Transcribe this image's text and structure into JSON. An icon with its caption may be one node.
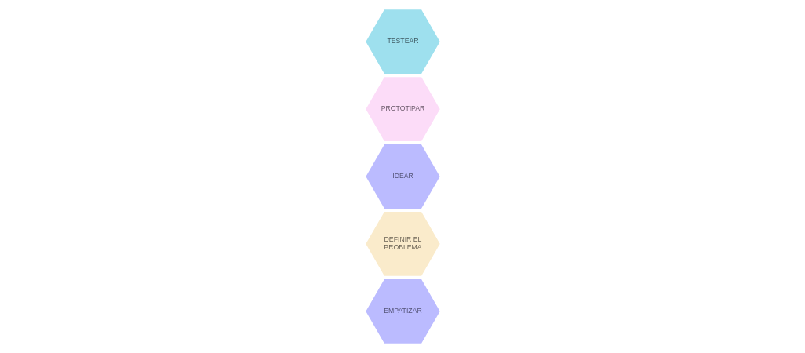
{
  "diagram": {
    "nodes": [
      {
        "text": [
          "EMPATIZAR"
        ]
      },
      {
        "text": [
          "DEFINIR EL PROBLEMA"
        ]
      },
      {
        "text": [
          "IDEAR"
        ]
      },
      {
        "text": [
          "PROTOTIPAR"
        ]
      },
      {
        "text": [
          "TESTEAR"
        ]
      }
    ]
  }
}
